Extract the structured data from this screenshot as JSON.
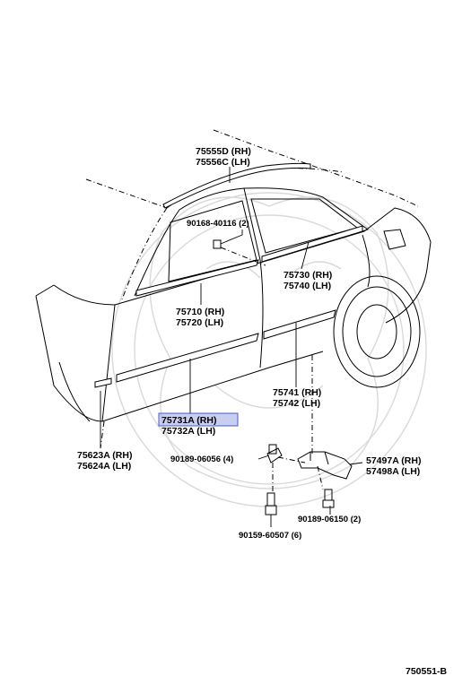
{
  "labels": {
    "roof_molding": {
      "line1": "75555D (RH)",
      "line2": "75556C (LH)"
    },
    "clip_bolt": {
      "line1": "90168-40116 (2)"
    },
    "rear_door_belt": {
      "line1": "75730 (RH)",
      "line2": "75740 (LH)"
    },
    "front_door_belt": {
      "line1": "75710 (RH)",
      "line2": "75720 (LH)"
    },
    "rear_door_side": {
      "line1": "75741 (RH)",
      "line2": "75742 (LH)"
    },
    "front_door_side": {
      "line1": "75731A (RH)",
      "line2": "75732A (LH)"
    },
    "fender_molding": {
      "line1": "75623A (RH)",
      "line2": "75624A (LH)"
    },
    "clip_a": {
      "line1": "90189-06056 (4)"
    },
    "bracket": {
      "line1": "57497A (RH)",
      "line2": "57498A (LH)"
    },
    "clip_b": {
      "line1": "90189-06150 (2)"
    },
    "clip_c": {
      "line1": "90159-60507 (6)"
    }
  },
  "highlight_color": "#9aa6e6",
  "diagram_id": "750551-B"
}
